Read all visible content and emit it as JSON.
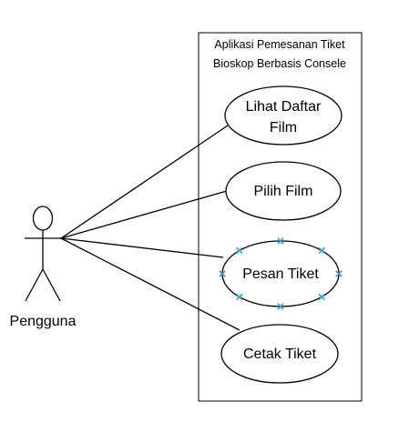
{
  "system": {
    "title_line1": "Aplikasi Pemesanan Tiket",
    "title_line2": "Bioskop Berbasis Consele"
  },
  "actor": {
    "name": "Pengguna"
  },
  "use_cases": {
    "lihat": {
      "line1": "Lihat Daftar",
      "line2": "Film"
    },
    "pilih": {
      "label": "Pilih Film"
    },
    "pesan": {
      "label": "Pesan Tiket",
      "selected": true
    },
    "cetak": {
      "label": "Cetak Tiket"
    }
  },
  "colors": {
    "stroke": "#000000",
    "background": "#ffffff",
    "selection_handle": "#29a3e0"
  }
}
